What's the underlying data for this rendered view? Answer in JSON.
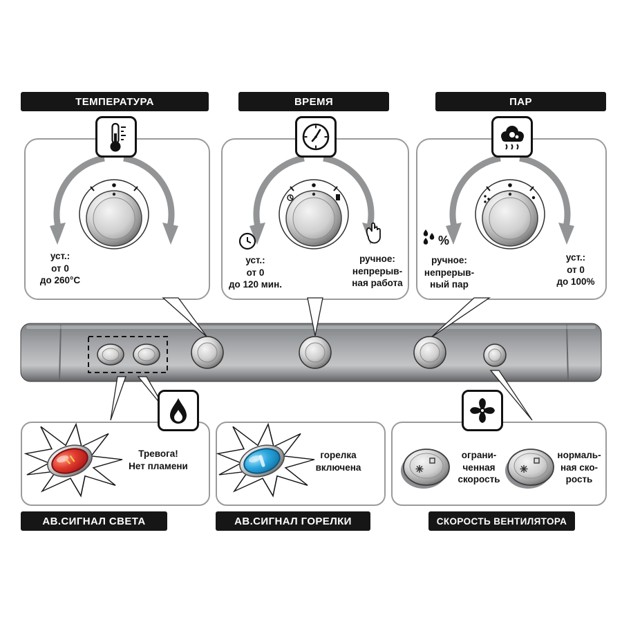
{
  "colors": {
    "label_bg": "#161616",
    "label_text": "#ffffff",
    "panel_border": "#9a9a9a",
    "strip_gray": "#a3a5a8",
    "alarm_red": "#df3a2c",
    "burner_blue": "#2ba6de",
    "arrow_gray": "#929496"
  },
  "top_sections": [
    {
      "id": "temperature",
      "label": "ТЕМПЕРАТУРА",
      "icon": "thermometer-icon",
      "left_note": "уст.:\nот 0\nдо 260°C"
    },
    {
      "id": "time",
      "label": "ВРЕМЯ",
      "icon": "clock-icon",
      "left_icon": "clock-small-icon",
      "left_note": "уст.:\nот 0\nдо 120 мин.",
      "right_icon": "hand-icon",
      "right_note": "ручное:\nнепрерыв-\nная работа"
    },
    {
      "id": "steam",
      "label": "ПАР",
      "icon": "steam-icon",
      "left_icon": "drops-percent-icon",
      "left_icon_text": "%",
      "left_note": "ручное:\nнепрерыв-\nный пар",
      "right_note": "уст.:\nот 0\nдо 100%"
    }
  ],
  "bottom_sections": [
    {
      "id": "alarm-light",
      "label": "АВ.СИГНАЛ СВЕТА",
      "icon": "flame-icon",
      "note": "Тревога!\nНет пламени"
    },
    {
      "id": "burner-signal",
      "label": "АВ.СИГНАЛ ГОРЕЛКИ",
      "note": "горелка\nвключена"
    },
    {
      "id": "fan-speed",
      "label": "СКОРОСТЬ ВЕНТИЛЯТОРА",
      "icon": "fan-icon",
      "button1_note": "ограни-\nченная\nскорость",
      "button2_note": "нормаль-\nная ско-\nрость"
    }
  ]
}
